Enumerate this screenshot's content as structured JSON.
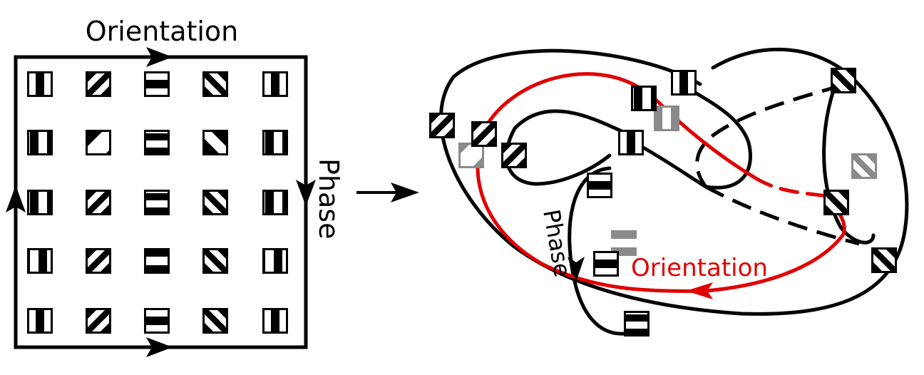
{
  "labels": {
    "grid_top": "Orientation",
    "grid_right": "Phase",
    "surface_phase": "Phase",
    "surface_orientation": "Orientation"
  },
  "colors": {
    "stroke": "#000000",
    "highlight": "#e00000",
    "ghost": "#8a8a8a",
    "background": "#ffffff"
  },
  "grid": {
    "rows": 5,
    "cols": 5,
    "orientations_by_col": [
      "vertical",
      "diagonal-up",
      "horizontal",
      "diagonal-down",
      "vertical"
    ],
    "phases_by_row": [
      0,
      1,
      2,
      3,
      4
    ]
  },
  "icons": {
    "mapping_arrow": "right-arrow-icon"
  }
}
